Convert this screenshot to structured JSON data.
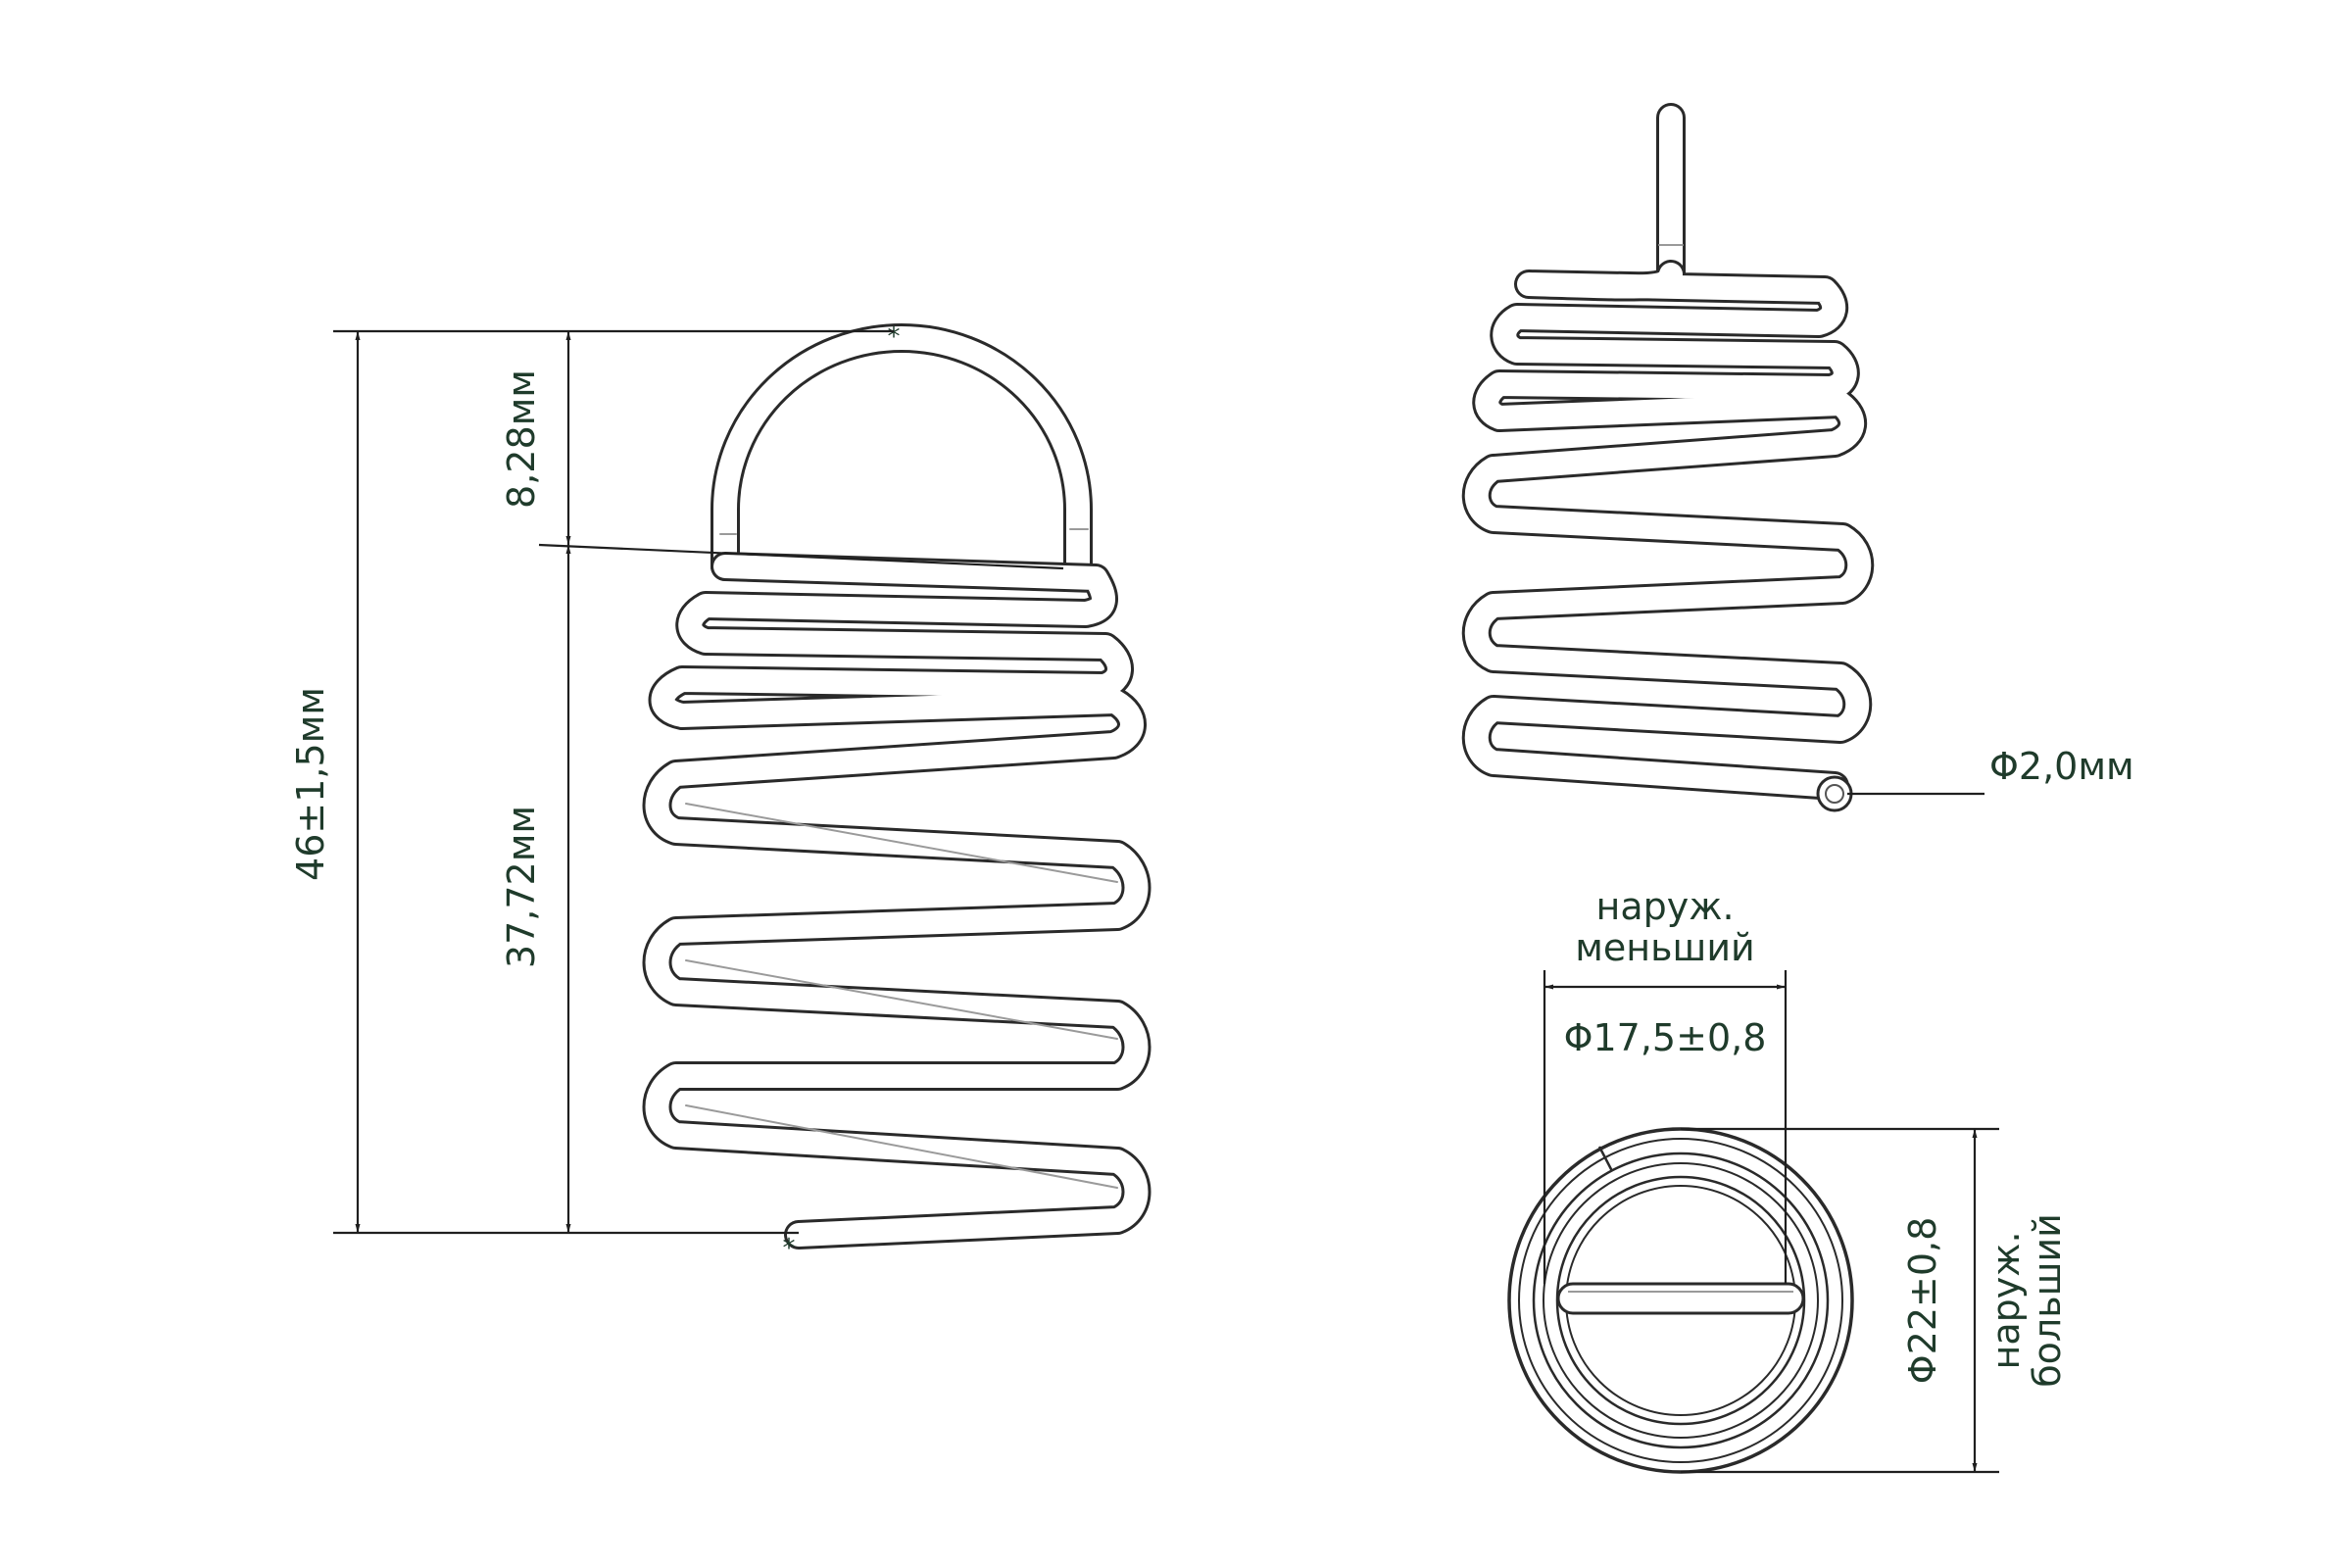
{
  "dimensions": {
    "overall_height": "46±1,5мм",
    "loop_height": "8,28мм",
    "coil_height": "37,72мм",
    "wire_diameter": "Φ2,0мм",
    "small_od_line1": "наруж.",
    "small_od_line2": "меньший",
    "small_od_value": "Φ17,5±0,8",
    "large_od_line1": "наруж.",
    "large_od_line2": "больший",
    "large_od_value": "Φ22±0,8"
  },
  "colors": {
    "dimension_text": "#1f3b2b",
    "lines": "#1f1f1f",
    "wire_outline": "#2a2a2a",
    "wire_fill": "#ffffff"
  }
}
